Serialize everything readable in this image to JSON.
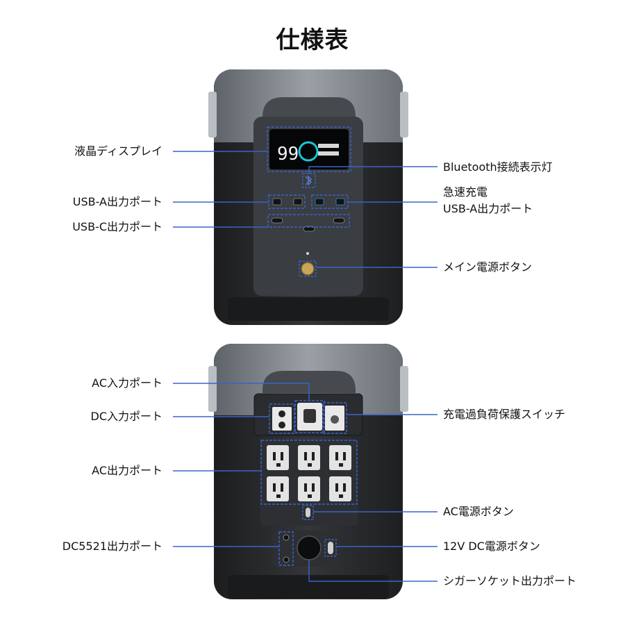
{
  "title": "仕様表",
  "colors": {
    "callout": "#3b63c9",
    "body_dark": "#2b2d30",
    "body_top": "#8a9096",
    "panel": "#3a3d41",
    "accent": "#c9a55a"
  },
  "top_unit": {
    "display": {
      "battery_readout": "99"
    },
    "labels_left": [
      {
        "id": "lcd",
        "text": "液晶ディスプレイ"
      },
      {
        "id": "usba",
        "text": "USB-A出力ポート"
      },
      {
        "id": "usbc",
        "text": "USB-C出力ポート"
      }
    ],
    "labels_right": [
      {
        "id": "bt",
        "text": "Bluetooth接続表示灯"
      },
      {
        "id": "fast1",
        "text": "急速充電"
      },
      {
        "id": "fast2",
        "text": "USB-A出力ポート"
      },
      {
        "id": "power",
        "text": "メイン電源ボタン"
      }
    ]
  },
  "bottom_unit": {
    "labels_left": [
      {
        "id": "acin",
        "text": "AC入力ポート"
      },
      {
        "id": "dcin",
        "text": "DC入力ポート"
      },
      {
        "id": "acout",
        "text": "AC出力ポート"
      },
      {
        "id": "dc5521",
        "text": "DC5521出力ポート"
      }
    ],
    "labels_right": [
      {
        "id": "overload",
        "text": "充電過負荷保護スイッチ"
      },
      {
        "id": "acpower",
        "text": "AC電源ボタン"
      },
      {
        "id": "dc12v",
        "text": "12V DC電源ボタン"
      },
      {
        "id": "cigar",
        "text": "シガーソケット出力ポート"
      }
    ]
  }
}
